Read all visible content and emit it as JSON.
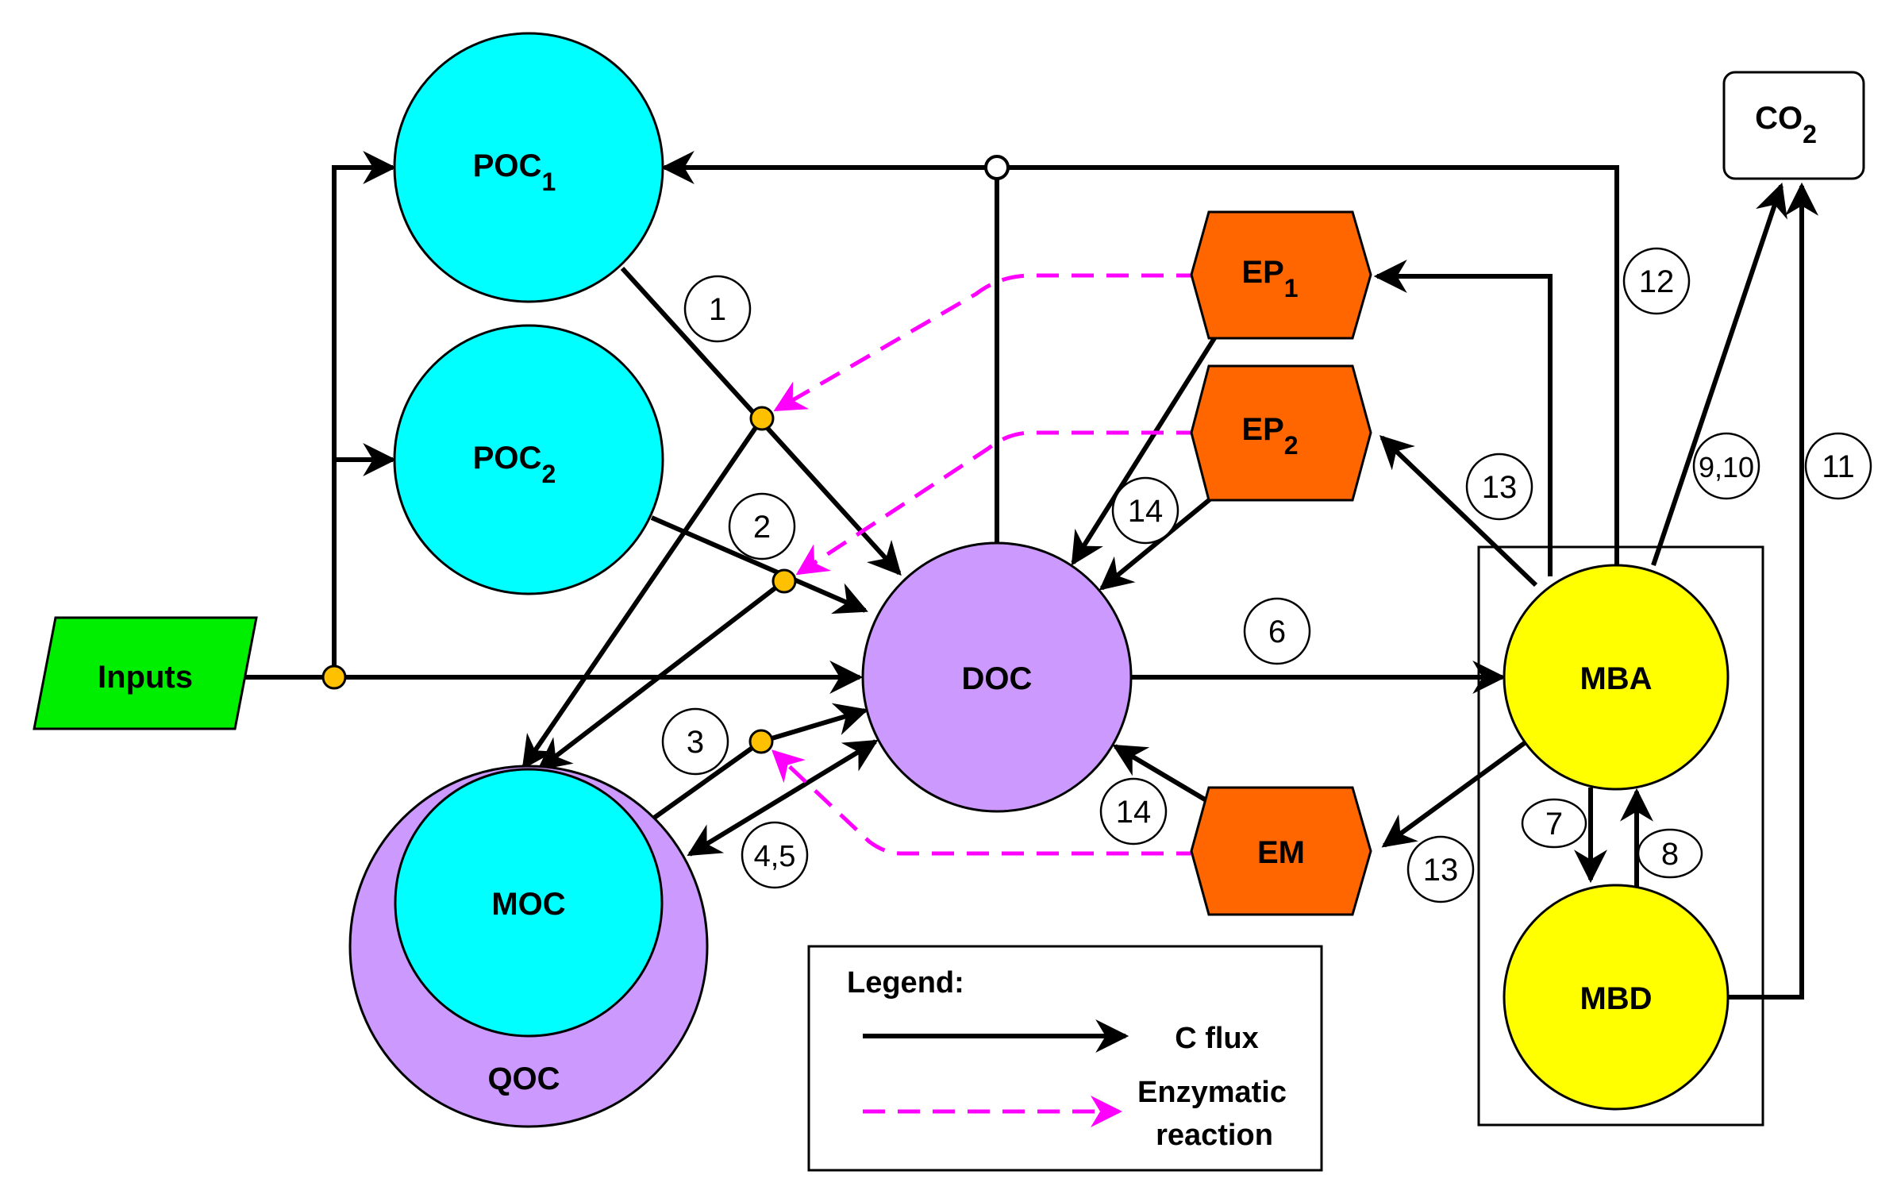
{
  "title": "Soil carbon pool model diagram",
  "colors": {
    "poc": "#00ffff",
    "doc": "#cc99ff",
    "qoc": "#cc99ff",
    "enzyme": "#ff6600",
    "microbe": "#ffff00",
    "inputs": "#00ee00",
    "junction": "#ffc000",
    "flux": "#000000",
    "enzymatic": "#ff00ff"
  },
  "nodes": {
    "inputs": "Inputs",
    "poc1": {
      "main": "POC",
      "sub": "1"
    },
    "poc2": {
      "main": "POC",
      "sub": "2"
    },
    "doc": "DOC",
    "moc": "MOC",
    "qoc": "QOC",
    "ep1": {
      "main": "EP",
      "sub": "1"
    },
    "ep2": {
      "main": "EP",
      "sub": "2"
    },
    "em": "EM",
    "mba": "MBA",
    "mbd": "MBD",
    "co2": {
      "main": "CO",
      "sub": "2"
    }
  },
  "process_labels": {
    "p1": "1",
    "p2": "2",
    "p3": "3",
    "p45": "4,5",
    "p6": "6",
    "p7": "7",
    "p8": "8",
    "p910": "9,10",
    "p11": "11",
    "p12": "12",
    "p13a": "13",
    "p13b": "13",
    "p14a": "14",
    "p14b": "14"
  },
  "legend": {
    "title": "Legend:",
    "items": [
      {
        "label": "C flux",
        "style": "solid-black-arrow"
      },
      {
        "label_line1": "Enzymatic",
        "label_line2": "reaction",
        "style": "dashed-magenta-arrow"
      }
    ]
  }
}
